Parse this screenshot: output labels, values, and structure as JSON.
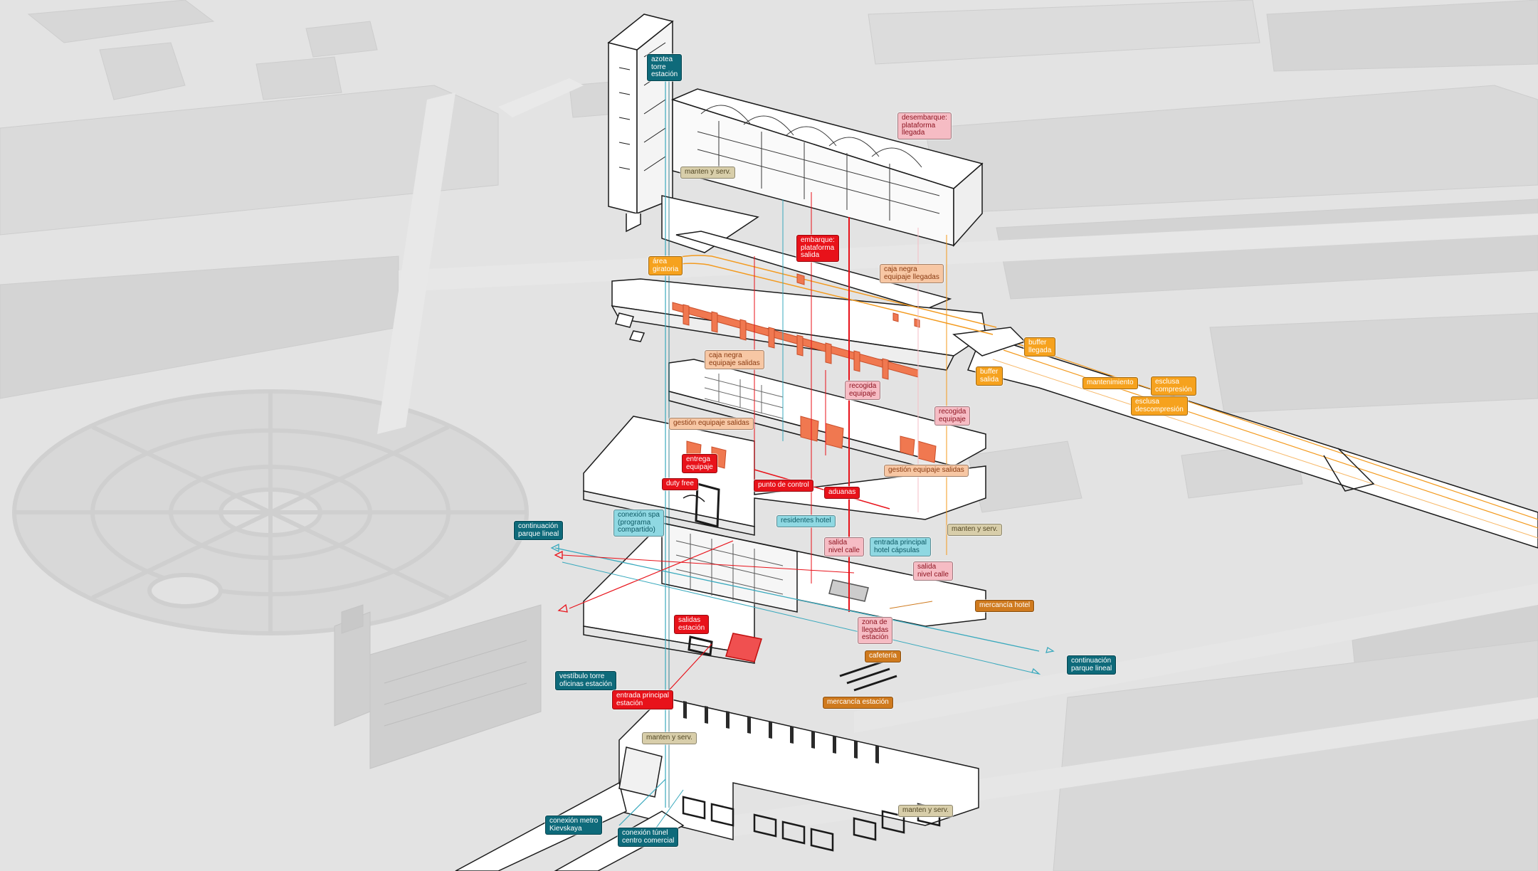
{
  "colors": {
    "background": "#e3e3e3",
    "context_blocks": "#d6d6d6",
    "slab_fill": "#ffffff",
    "slab_stroke": "#1a1a1a",
    "baggage_system": "#f07850",
    "circulation_red": "#e8121a",
    "circulation_cyan": "#39a9bd",
    "circulation_orange": "#f39a1e"
  },
  "labels": [
    {
      "id": "azotea-torre-estacion",
      "style": "teal",
      "lines": [
        "azotea",
        "torre",
        "estación"
      ]
    },
    {
      "id": "desembarque-plataforma-llegada",
      "style": "pink",
      "lines": [
        "desembarque:",
        "plataforma",
        "llegada"
      ]
    },
    {
      "id": "manten-serv-top",
      "style": "tan",
      "lines": [
        "manten y serv."
      ]
    },
    {
      "id": "embarque-plataforma-salida",
      "style": "red",
      "lines": [
        "embarque:",
        "plataforma",
        "salida"
      ]
    },
    {
      "id": "area-giratoria",
      "style": "orange",
      "lines": [
        "área",
        "giratoria"
      ]
    },
    {
      "id": "caja-negra-equipaje-llegadas",
      "style": "peach",
      "lines": [
        "caja negra",
        "equipaje llegadas"
      ]
    },
    {
      "id": "buffer-llegada",
      "style": "orange",
      "lines": [
        "buffer",
        "llegada"
      ]
    },
    {
      "id": "buffer-salida",
      "style": "orange",
      "lines": [
        "buffer",
        "salida"
      ]
    },
    {
      "id": "mantenimiento",
      "style": "orange",
      "lines": [
        "mantenimiento"
      ]
    },
    {
      "id": "esclusa-compresion",
      "style": "orange",
      "lines": [
        "esclusa",
        "compresión"
      ]
    },
    {
      "id": "esclusa-descompresion",
      "style": "orange",
      "lines": [
        "esclusa",
        "descompresión"
      ]
    },
    {
      "id": "caja-negra-equipaje-salidas",
      "style": "peach",
      "lines": [
        "caja negra",
        "equipaje salidas"
      ]
    },
    {
      "id": "recogida-equipaje-1",
      "style": "pink",
      "lines": [
        "recogida",
        "equipaje"
      ]
    },
    {
      "id": "recogida-equipaje-2",
      "style": "pink",
      "lines": [
        "recogida",
        "equipaje"
      ]
    },
    {
      "id": "gestion-equipaje-salidas-1",
      "style": "peach",
      "lines": [
        "gestión equipaje salidas"
      ]
    },
    {
      "id": "gestion-equipaje-salidas-2",
      "style": "peach",
      "lines": [
        "gestión equipaje salidas"
      ]
    },
    {
      "id": "entrega-equipaje",
      "style": "red",
      "lines": [
        "entrega",
        "equipaje"
      ]
    },
    {
      "id": "duty-free",
      "style": "red",
      "lines": [
        "duty free"
      ]
    },
    {
      "id": "punto-de-control",
      "style": "red",
      "lines": [
        "punto de control"
      ]
    },
    {
      "id": "aduanas",
      "style": "red",
      "lines": [
        "aduanas"
      ]
    },
    {
      "id": "conexion-spa",
      "style": "cyan",
      "lines": [
        "conexión spa",
        "(programa",
        "compartido)"
      ]
    },
    {
      "id": "residentes-hotel",
      "style": "cyan",
      "lines": [
        "residentes hotel"
      ]
    },
    {
      "id": "continuacion-parque-lineal-1",
      "style": "teal",
      "lines": [
        "continuación",
        "parque lineal"
      ]
    },
    {
      "id": "manten-serv-mid",
      "style": "tan",
      "lines": [
        "manten y serv."
      ]
    },
    {
      "id": "salida-nivel-calle-1",
      "style": "pink",
      "lines": [
        "salida",
        "nivel calle"
      ]
    },
    {
      "id": "entrada-principal-hotel",
      "style": "cyan",
      "lines": [
        "entrada principal",
        "hotel cápsulas"
      ]
    },
    {
      "id": "salida-nivel-calle-2",
      "style": "pink",
      "lines": [
        "salida",
        "nivel calle"
      ]
    },
    {
      "id": "mercancia-hotel",
      "style": "brown",
      "lines": [
        "mercancía hotel"
      ]
    },
    {
      "id": "salidas-estacion",
      "style": "red",
      "lines": [
        "salidas",
        "estación"
      ]
    },
    {
      "id": "zona-de-llegadas-estacion",
      "style": "pink",
      "lines": [
        "zona de",
        "llegadas",
        "estación"
      ]
    },
    {
      "id": "cafeteria",
      "style": "brown",
      "lines": [
        "cafetería"
      ]
    },
    {
      "id": "continuacion-parque-lineal-2",
      "style": "teal",
      "lines": [
        "continuación",
        "parque lineal"
      ]
    },
    {
      "id": "vestibulo-torre-oficinas",
      "style": "teal",
      "lines": [
        "vestíbulo torre",
        "oficinas estación"
      ]
    },
    {
      "id": "entrada-principal-estacion",
      "style": "red",
      "lines": [
        "entrada principal",
        "estación"
      ]
    },
    {
      "id": "mercancia-estacion",
      "style": "brown",
      "lines": [
        "mercancía estación"
      ]
    },
    {
      "id": "manten-serv-low",
      "style": "tan",
      "lines": [
        "manten y serv."
      ]
    },
    {
      "id": "manten-serv-bottom",
      "style": "tan",
      "lines": [
        "manten y serv."
      ]
    },
    {
      "id": "conexion-metro-kievskaya",
      "style": "teal",
      "lines": [
        "conexión metro",
        "Kievskaya"
      ]
    },
    {
      "id": "conexion-tunel-centro-comercial",
      "style": "teal",
      "lines": [
        "conexión túnel",
        "centro comercial"
      ]
    }
  ]
}
